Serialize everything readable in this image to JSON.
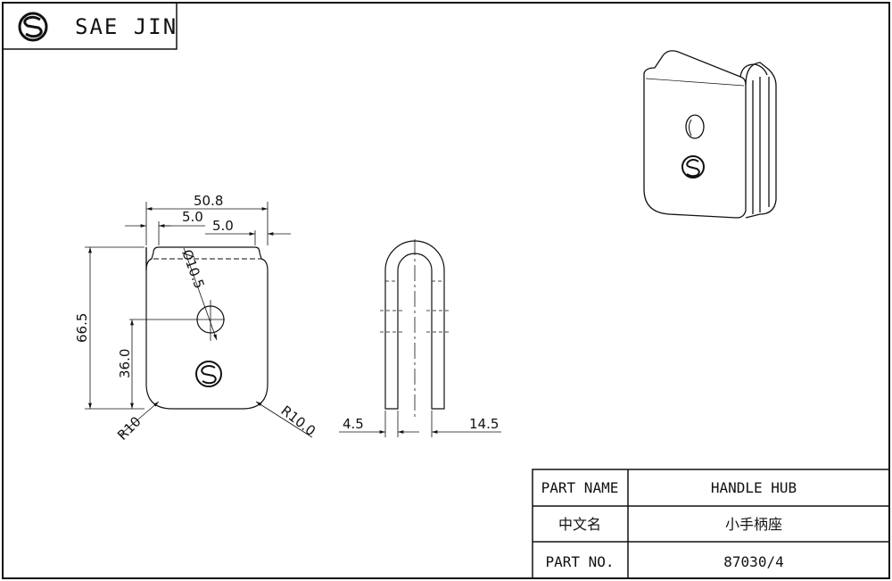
{
  "header": {
    "brand": "SAE JIN",
    "logo_icon": "saejin-logo-icon"
  },
  "dimensions": {
    "overall_width": "50.8",
    "left_offset": "5.0",
    "right_offset": "5.0",
    "height": "66.5",
    "hole_height": "36.0",
    "hole_diameter": "Ø10.5",
    "radius_left": "R10",
    "radius_right": "R10.0",
    "thickness": "4.5",
    "side_width": "14.5"
  },
  "title_block": {
    "rows": [
      {
        "label": "PART NAME",
        "value": "HANDLE HUB"
      },
      {
        "label": "中文名",
        "value": "小手柄座"
      },
      {
        "label": "PART NO.",
        "value": "87030/4"
      }
    ]
  }
}
